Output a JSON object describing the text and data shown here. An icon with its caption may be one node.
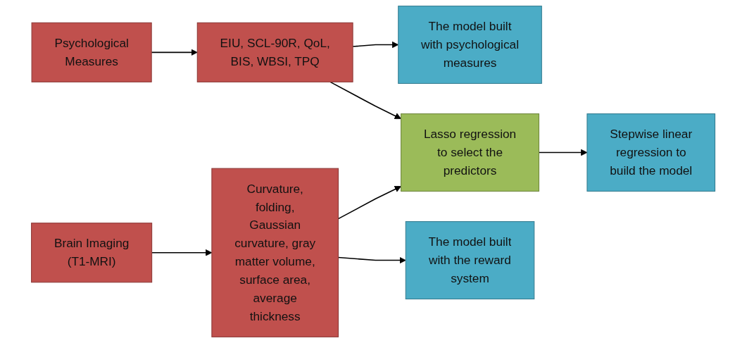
{
  "diagram": {
    "nodes": [
      {
        "text": [
          "Psychological Measures"
        ]
      },
      {
        "text": [
          "EIU, SCL-90R, QoL, BIS, WBSI, TPQ"
        ]
      },
      {
        "text": [
          "The model built with psychological measures"
        ]
      },
      {
        "text": [
          "Brain Imaging (T1-MRI)"
        ]
      },
      {
        "text": [
          "Curvature, folding, Gaussian curvature, gray matter volume, surface area, average thickness"
        ]
      },
      {
        "text": [
          "Lasso regression to select the predictors"
        ]
      },
      {
        "text": [
          "Stepwise linear regression to build the model"
        ]
      },
      {
        "text": [
          "The model built with the reward system"
        ]
      }
    ],
    "edges": [
      {
        "from": 0,
        "to": 1,
        "arrow": "to"
      },
      {
        "from": 1,
        "to": 2,
        "arrow": "to"
      },
      {
        "from": 1,
        "to": 5,
        "arrow": "to"
      },
      {
        "from": 3,
        "to": 4,
        "arrow": "to"
      },
      {
        "from": 4,
        "to": 5,
        "arrow": "to"
      },
      {
        "from": 4,
        "to": 7,
        "arrow": "to"
      },
      {
        "from": 5,
        "to": 6,
        "arrow": "to"
      }
    ]
  }
}
